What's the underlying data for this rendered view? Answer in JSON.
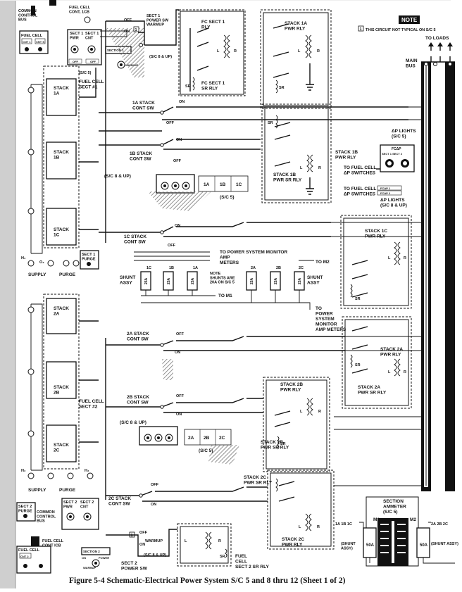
{
  "labels": {
    "common_control_bus_top": "COMMON\nCONTROL\nBUS",
    "fuel_cell_cont_1cb": "FUEL CELL\nCONT, 1CB",
    "fuel_cell_sw_panel": "FUEL CELL",
    "cnt1": "CNT 1",
    "cnt_s": "CNT S",
    "sect1_pwr": "SECT 1\nPWR",
    "sect1_cnt": "SECT 1\nCNT",
    "on": "ON",
    "off": "OFF",
    "section1": "SECTION 1",
    "power": "POWER",
    "warmup": "WARMUP",
    "sc5": "(S/C 5)",
    "sect1_power_sw_warmup": "SECT 1\nPOWER SW\nWARMUP",
    "sc8_up": "(S/C 8 & UP)",
    "sc8_up_lower": "(S/C 8 & UP)",
    "note_heading": "NOTE",
    "note_text": "THIS CIRCUIT NOT TYPICAL ON S/C 5",
    "note_marker": "1",
    "to_loads": "TO LOADS",
    "main_bus": "MAIN\nBUS",
    "fuel_cell_sect1": "FUEL CELL\nSECT #1",
    "stack_1a": "STACK\n1A",
    "stack_1b": "STACK\n1B",
    "stack_1c": "STACK\n1C",
    "stack_2a": "STACK\n2A",
    "stack_2b": "STACK\n2B",
    "stack_2c": "STACK\n2C",
    "fc_sect1_rly": "FC SECT 1\nRLY",
    "fc_sect1_sr_rly": "FC SECT 1\nSR RLY",
    "stack_1a_pwr_rly": "STACK 1A\nPWR RLY",
    "stack_1a_cont_sw": "1A STACK\nCONT SW",
    "stack_1b_cont_sw": "1B STACK\nCONT SW",
    "stack_1b_pwr_rly": "STACK 1B\nPWR RLY",
    "stack_1b_pwr_sr_rly": "STACK 1B\nPWR SR RLY",
    "dp_lights_sc5": "ΔP LIGHTS\n(S/C 5)",
    "fcdp": "FCΔP",
    "sect1_sect2": "SECT 1   SECT 2",
    "to_fuel_cell_dp_switches": "TO FUEL CELL\nΔP SWITCHES",
    "to_fuel_cell_dp_switches_2": "TO FUEL CELL\nΔP SWITCHES",
    "dp_lights_sc8": "ΔP LIGHTS\n(S/C 8 & UP)",
    "fcdp_1": "FCΔP 1",
    "fcdp_2": "FCΔP 2",
    "sc8_up_mid": "(S/C 8 & UP)",
    "seg_1a": "1A",
    "seg_1b": "1B",
    "seg_1c": "1C",
    "seg_sc5": "(S/C 5)",
    "stack_1c_cont_sw": "1C STACK\nCONT SW",
    "stack_1c_pwr_rly": "STACK 1C\nPWR RLY",
    "sect1_purge": "SECT 1\nPURGE",
    "to_power_system_monitor": "TO POWER SYSTEM MONITOR\nAMP\nMETERS",
    "to_m2": "TO M2",
    "shunt_assy_left": "SHUNT\nASSY",
    "shunt_assy_right": "SHUNT\nASSY",
    "sh_1c": "1C",
    "sh_1b": "1B",
    "sh_1a": "1A",
    "sh_2a": "2A",
    "sh_2b": "2B",
    "sh_2c": "2C",
    "amp_25a": "25A",
    "note_shunts": "NOTE\nSHUNTS ARE\n20A ON S/C 5",
    "to_m1": "TO M1",
    "to_power_system_monitor_2": "TO\nPOWER\nSYSTEM\nMONITOR\nAMP METERS",
    "supply": "SUPPLY",
    "purge": "PURGE",
    "h2": "H₂",
    "o2": "O₂",
    "stack_2a_cont_sw": "2A STACK\nCONT SW",
    "stack_2a_pwr_rly": "STACK 2A\nPWR RLY",
    "stack_2a_pwr_sr_rly": "STACK 2A\nPWR SR RLY",
    "fuel_cell_sect2": "FUEL CELL\nSECT #2",
    "stack_2b_cont_sw": "2B STACK\nCONT SW",
    "stack_2b_pwr_rly": "STACK 2B\nPWR RLY",
    "stack_2b_pwr_sr_rly": "STACK 2B\nPWR SR RLY",
    "seg_2a": "2A",
    "seg_2b": "2B",
    "seg_2c": "2C",
    "stack_2c_cont_sw": "2C STACK\nCONT SW",
    "stack_2c_pwr_sr_rly": "STACK 2C\nPWR SR RLY",
    "stack_2c_pwr_rly": "STACK 2C\nPWR RLY",
    "sect2_purge": "SECT 2\nPURGE",
    "common_control_bus_bottom": "COMMON\nCONTROL\nBUS",
    "sect2_pwr": "SECT 2\nPWR",
    "sect2_cnt": "SECT 2\nCNT",
    "fuel_cell_cont_1cb_bottom": "FUEL CELL\nCONT ICB",
    "cnt2": "CNT 2",
    "section2": "SECTION 2",
    "sect2_power_sw": "SECT 2\nPOWER SW",
    "fuel_cell_sect2_sr_rly": "FUEL\nCELL\nSECT 2 SR RLY",
    "section_ammeter": "SECTION\nAMMETER\n(S/C 5)",
    "m1": "M1",
    "m2": "M2",
    "a_50": "50A",
    "shunt_assy_m1": "(SHUNT\nASSY)",
    "shunt_assy_m2": "(SHUNT ASSY)",
    "m1_tags": "1A 1B 1C",
    "m2_tags": "2A 2B 2C",
    "sr": "SR",
    "l": "L",
    "r": "R"
  },
  "caption": "Figure 5-4  Schematic-Electrical Power System S/C 5 and 8 thru 12 (Sheet 1 of 2)"
}
